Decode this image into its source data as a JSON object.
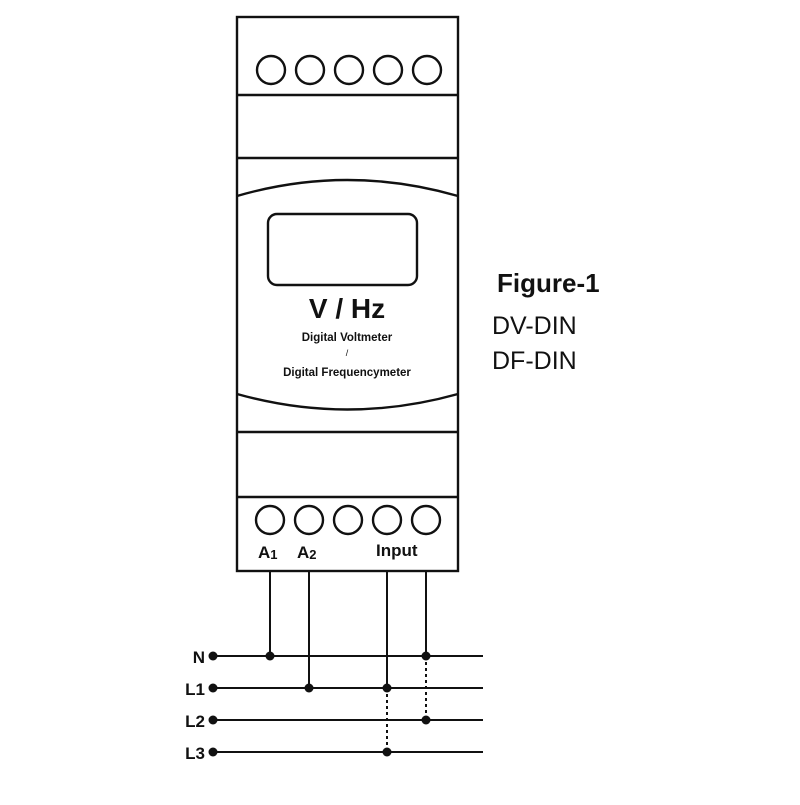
{
  "device": {
    "title": "V / Hz",
    "line_voltmeter": "Digital Voltmeter",
    "separator": "/",
    "line_frequencymeter": "Digital Frequencymeter"
  },
  "terminals": {
    "a1_letter": "A",
    "a1_sub": "1",
    "a2_letter": "A",
    "a2_sub": "2",
    "input_label": "Input"
  },
  "lines": {
    "n": "N",
    "l1": "L1",
    "l2": "L2",
    "l3": "L3"
  },
  "figure": {
    "title": "Figure-1",
    "model_1": "DV-DIN",
    "model_2": "DF-DIN"
  },
  "colors": {
    "stroke": "#111111",
    "background": "#ffffff"
  }
}
